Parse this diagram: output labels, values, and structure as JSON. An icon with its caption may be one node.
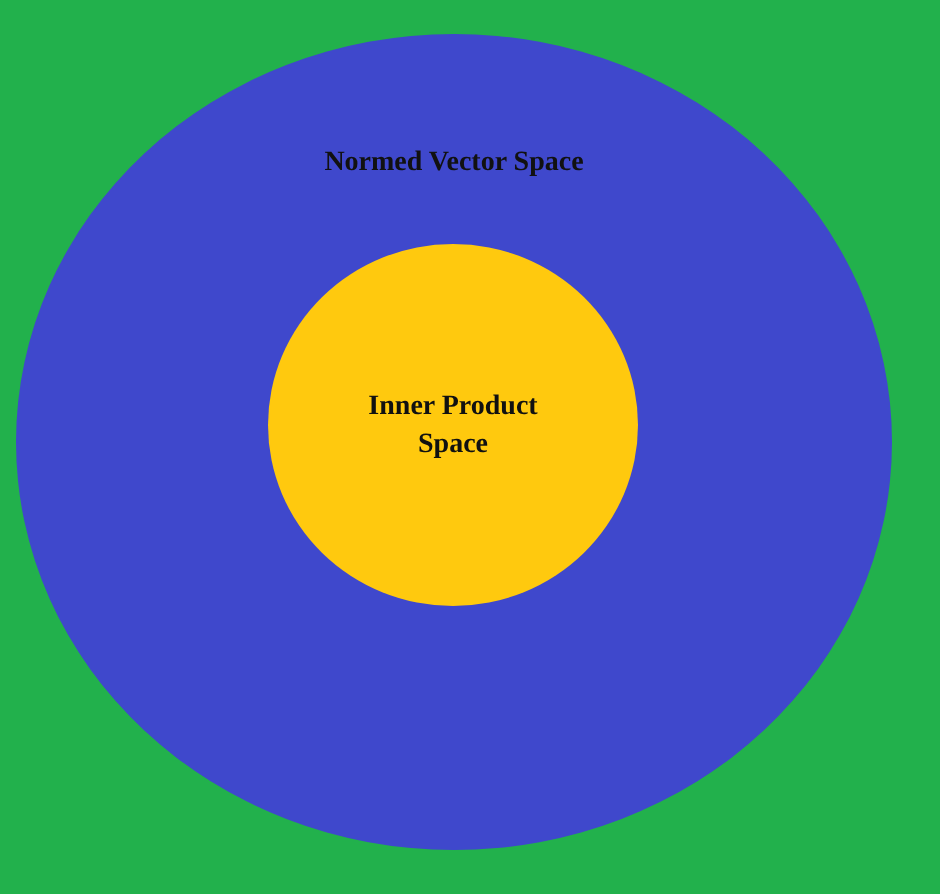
{
  "diagram": {
    "nodes": [
      {
        "text": [
          "Normed Vector Space"
        ]
      },
      {
        "text": [
          "Inner Product Space"
        ],
        "in": 0
      }
    ]
  }
}
